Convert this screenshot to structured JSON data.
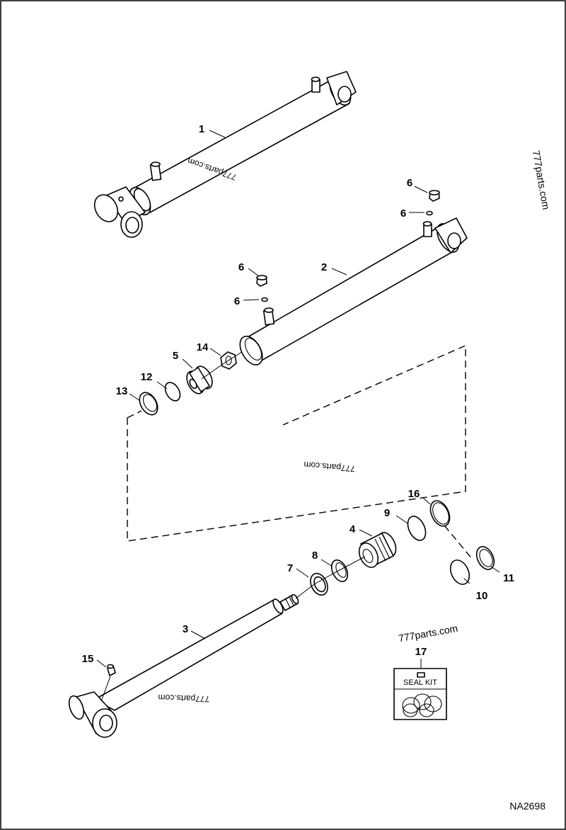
{
  "callouts": {
    "c1": "1",
    "c2": "2",
    "c3": "3",
    "c4": "4",
    "c5": "5",
    "c6a": "6",
    "c6b": "6",
    "c6c": "6",
    "c6d": "6",
    "c7": "7",
    "c8": "8",
    "c9": "9",
    "c10": "10",
    "c11": "11",
    "c12": "12",
    "c13": "13",
    "c14": "14",
    "c15": "15",
    "c16": "16",
    "c17": "17"
  },
  "seal_kit": {
    "label": "SEAL KIT"
  },
  "watermarks": {
    "wm1": "777parts.com",
    "wm2": "777parts.com",
    "wm3": "777parts.com",
    "wm4": "777parts.com",
    "wm5": "777parts.com"
  },
  "figure_code": "NA2698"
}
